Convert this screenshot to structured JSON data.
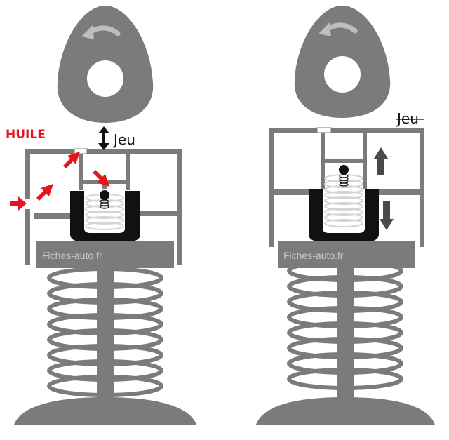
{
  "labels": {
    "oil": "HUILE",
    "clearance_left": "Jeu",
    "clearance_right": "Jeu",
    "watermark_left": "Fiches-auto.fr",
    "watermark_right": "Fiches-auto.fr"
  },
  "colors": {
    "body_gray": "#7b7b7b",
    "dark_gray": "#4a4a4a",
    "black": "#111111",
    "light_spring": "#d4d4d4",
    "cam_arrow": "#bdbdbd",
    "oil_arrow": "#e8141b",
    "background": "#ffffff"
  },
  "icons": {
    "cam": "egg-cam-icon",
    "rotation": "curved-arrow-left-icon",
    "clearance": "double-vertical-arrow-icon",
    "oil_flow": "red-arrow-icon",
    "movement": "dark-vertical-arrow-icon"
  }
}
